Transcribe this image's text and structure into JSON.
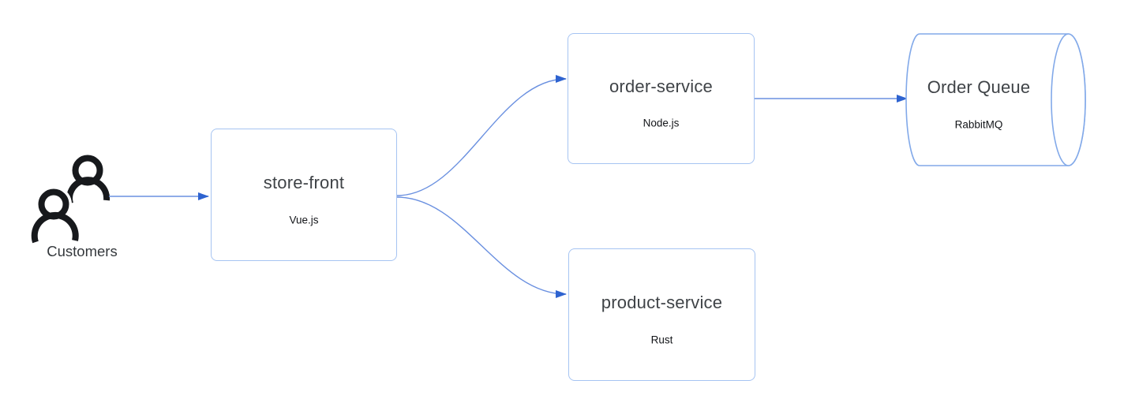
{
  "theme": {
    "canvas_bg": "#ffffff",
    "node_border": "#a6c4f2",
    "cylinder_border": "#82a9e9",
    "edge_line": "#6a90e0",
    "edge_arrowhead": "#2e63d0",
    "title_color": "#3f4347",
    "subtitle_color": "#131519",
    "actor_color": "#17191c",
    "actor_label_color": "#34383c"
  },
  "diagram": {
    "actor": {
      "label": "Customers"
    },
    "nodes": {
      "store_front": {
        "title": "store-front",
        "subtitle": "Vue.js",
        "shape": "rectangle"
      },
      "order_service": {
        "title": "order-service",
        "subtitle": "Node.js",
        "shape": "rectangle"
      },
      "product_service": {
        "title": "product-service",
        "subtitle": "Rust",
        "shape": "rectangle"
      },
      "order_queue": {
        "title": "Order Queue",
        "subtitle": "RabbitMQ",
        "shape": "cylinder"
      }
    },
    "edges": [
      {
        "from": "Customers",
        "to": "store-front"
      },
      {
        "from": "store-front",
        "to": "order-service"
      },
      {
        "from": "store-front",
        "to": "product-service"
      },
      {
        "from": "order-service",
        "to": "Order Queue"
      }
    ]
  }
}
